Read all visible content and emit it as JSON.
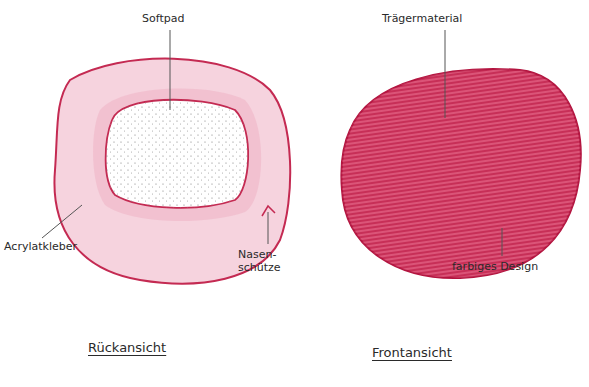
{
  "diagram": {
    "labels": [
      "Softpad",
      "Trägermaterial",
      "Acrylatkleber",
      "Nasen- schütze",
      "farbiges Design",
      "Rückansicht",
      "Frontansicht"
    ]
  }
}
